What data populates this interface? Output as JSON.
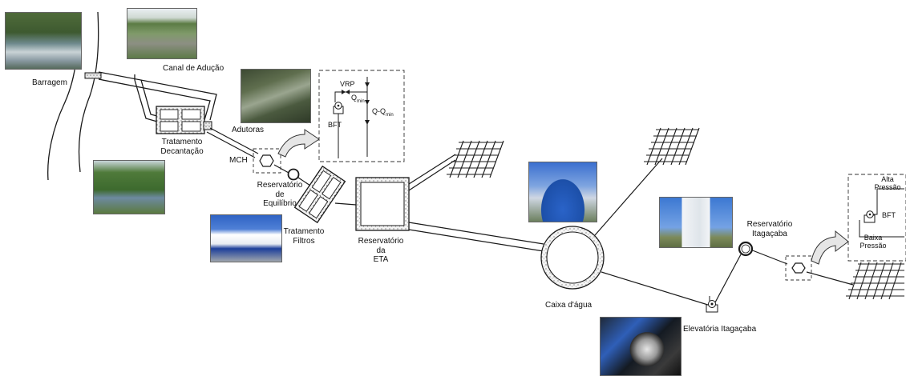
{
  "labels": {
    "barragem": "Barragem",
    "canal": "Canal de Adução",
    "tratamento_decantacao": [
      "Tratamento",
      "Decantação"
    ],
    "adutoras": "Adutoras",
    "mch": "MCH",
    "reservatorio_equilibrio": [
      "Reservatório",
      "de",
      "Equilíbrio"
    ],
    "tratamento_filtros": [
      "Tratamento",
      "Filtros"
    ],
    "reservatorio_eta": [
      "Reservatório",
      "da",
      "ETA"
    ],
    "caixa_dagua": "Caixa d'água",
    "elevatoria": "Elevatória Itagaçaba",
    "reservatorio_itagacaba": [
      "Reservatório",
      "Itagaçaba"
    ]
  },
  "inset_left": {
    "vrp": "VRP",
    "q": "Q",
    "q_sub": "min",
    "q_minus": "Q-Q",
    "q_minus_sub": "min",
    "bft": "BFT"
  },
  "inset_right": {
    "alta": [
      "Alta",
      "Pressão"
    ],
    "bft": "BFT",
    "baixa": [
      "Baixa",
      "Pressão"
    ]
  },
  "colors": {
    "line": "#1a1a1a",
    "concrete_fill": "#f4f4f4",
    "arrow_fill": "#e6e6e6",
    "sky": "#2f5fb8",
    "vegetation": "#3f6b2c",
    "water": "#7a8fa0"
  }
}
